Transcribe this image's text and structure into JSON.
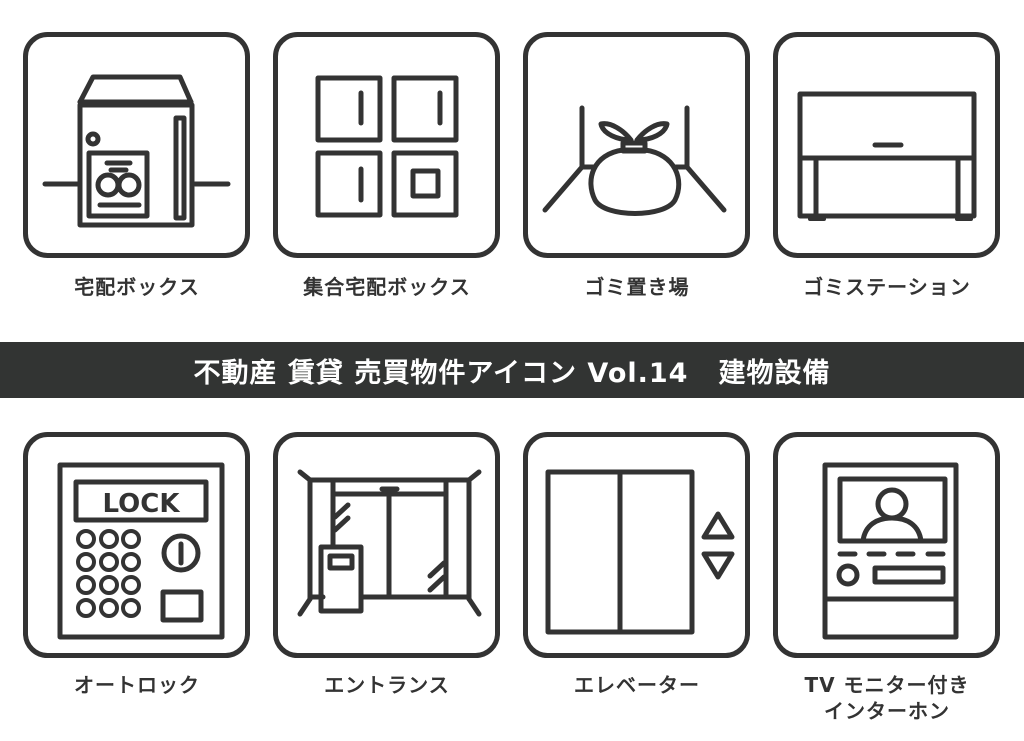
{
  "banner": {
    "title": "不動産 賃貸 売買物件アイコン Vol.14",
    "subtitle": "建物設備"
  },
  "colors": {
    "stroke": "#333333",
    "banner_bg": "#323433",
    "banner_text": "#ffffff",
    "background": "#ffffff"
  },
  "icons": [
    {
      "label": "宅配ボックス",
      "icon": "delivery-box-icon"
    },
    {
      "label": "集合宅配ボックス",
      "icon": "shared-delivery-box-icon"
    },
    {
      "label": "ゴミ置き場",
      "icon": "garbage-area-icon"
    },
    {
      "label": "ゴミステーション",
      "icon": "garbage-station-icon"
    },
    {
      "label": "オートロック",
      "icon": "auto-lock-icon",
      "lock_text": "LOCK"
    },
    {
      "label": "エントランス",
      "icon": "entrance-icon"
    },
    {
      "label": "エレベーター",
      "icon": "elevator-icon"
    },
    {
      "label": "TV モニター付き",
      "label_line2": "インターホン",
      "icon": "tv-intercom-icon"
    }
  ]
}
